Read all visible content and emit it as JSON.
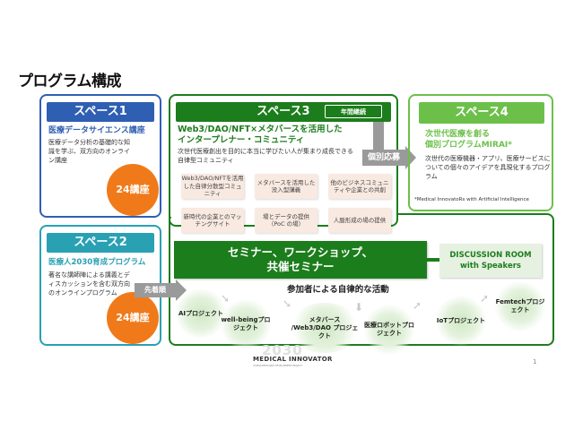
{
  "page": {
    "title": "プログラム構成",
    "page_number": "1"
  },
  "space1": {
    "header": "スペース1",
    "subtitle": "医療データサイエンス講座",
    "description": "医療データ分析の基礎的な知識を学ぶ、双方向のオンライン講座",
    "badge": "24講座"
  },
  "space2": {
    "header": "スペース2",
    "subtitle": "医療人2030育成プログラム",
    "description": "著名な講師陣による講義とディスカッションを含む双方向のオンラインプログラム",
    "badge": "24講座"
  },
  "space3": {
    "header": "スペース3",
    "tag": "年間継続",
    "subtitle_line1": "Web3/DAO/NFT×メタバースを活用した",
    "subtitle_line2": "インタープレナー・コミュニティ",
    "description": "次世代医療創出を目的に本当に学びたい人が集まり成長できる自律型コミュニティ",
    "features": [
      "Web3/DAO/NFTを活用した自律分散型コミュニティ",
      "メタバースを活用した没入型講義",
      "他のビジネスコミュニティや企業との共創",
      "新時代の企業とのマッチングサイト",
      "場とデータの提供（PoC の場）",
      "人脈形成の場の提供"
    ],
    "seminar_line1": "セミナー、ワークショップ、",
    "seminar_line2": "共催セミナー",
    "discussion_line1": "DISCUSSION ROOM",
    "discussion_line2": "with Speakers",
    "activities_label": "参加者による自律的な活動",
    "projects": [
      "AIプロジェクト",
      "well-beingプロジェクト",
      "メタバース /Web3/DAO プロジェクト",
      "医療ロボットプロジェクト",
      "IoTプロジェクト",
      "Femtechプロジェクト"
    ]
  },
  "space4": {
    "header": "スペース4",
    "subtitle_line1": "次世代医療を創る",
    "subtitle_line2": "個別プログラムMIRAI*",
    "description": "次世代の医療機器・アプリ、医療サービスについての個々のアイデアを具現化するプログラム",
    "footnote": "*Medical InnovatoRs with Artificial Intelligence"
  },
  "arrows": {
    "individual": "個別応募",
    "first_come": "先着順"
  },
  "logo": {
    "year": "2030",
    "name": "MEDICAL INNOVATOR",
    "tagline": "HUMAN RESOURCE DEVELOPMENT PROJECT"
  },
  "colors": {
    "space1": "#2f5fb3",
    "space2": "#2aa0b3",
    "space3": "#1c7d1c",
    "space4": "#6cc04a",
    "badge": "#f07a1a",
    "arrow": "#9a9a9a",
    "feature_bg": "#f8e9e1"
  }
}
